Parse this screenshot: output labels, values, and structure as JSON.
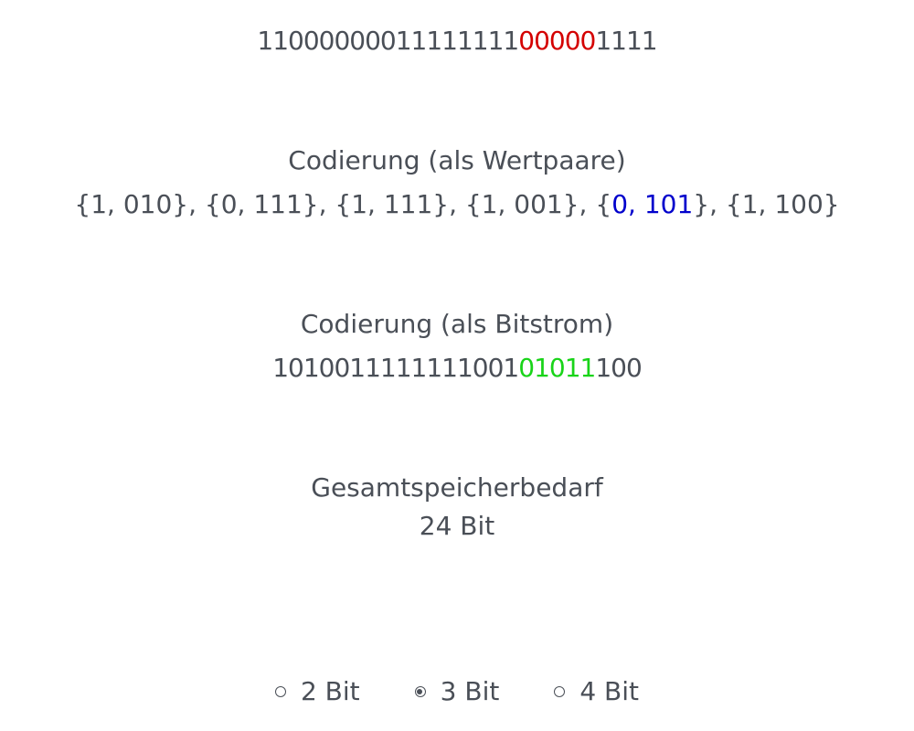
{
  "input_bits": {
    "before": "11000000011111111",
    "highlight": "00000",
    "after": "1111"
  },
  "pairs": {
    "heading": "Codierung (als Wertpaare)",
    "part1": "{1, 010}, {0, 111}, {1, 111}, {1, 001}, {",
    "highlight_a": "0",
    "comma": ", ",
    "highlight_b": "101",
    "part2": "}, {1, 100}"
  },
  "stream": {
    "heading": "Codierung (als Bitstrom)",
    "before": "10100111111110",
    "pre": "01",
    "highlight": "01011",
    "after": "100"
  },
  "total": {
    "heading": "Gesamtspeicherbedarf",
    "value": "24 Bit"
  },
  "bit_options": {
    "selected": "3 Bit",
    "options": [
      "2 Bit",
      "3 Bit",
      "4 Bit"
    ]
  },
  "colors": {
    "text": "#4a4f57",
    "red_highlight": "#d40000",
    "blue_highlight": "#0000cc",
    "green_highlight": "#19d419"
  }
}
